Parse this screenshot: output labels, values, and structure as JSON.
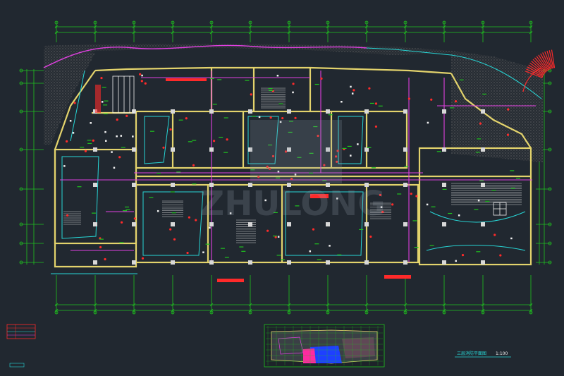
{
  "drawing": {
    "plan_title": "三层消防平面图",
    "plan_scale": "1:100",
    "legend_title": "",
    "legend_note": "",
    "watermark": "ZHULONG"
  },
  "colors": {
    "background": "#212830",
    "grid": "#1fc21f",
    "walls": "#e3d36c",
    "columns": "#d8d8d8",
    "pipes": "#e040e0",
    "cyan": "#27d6d6",
    "red": "#ff2a2a",
    "white": "#f2f2f2",
    "hatch": "#6b6b6b"
  }
}
